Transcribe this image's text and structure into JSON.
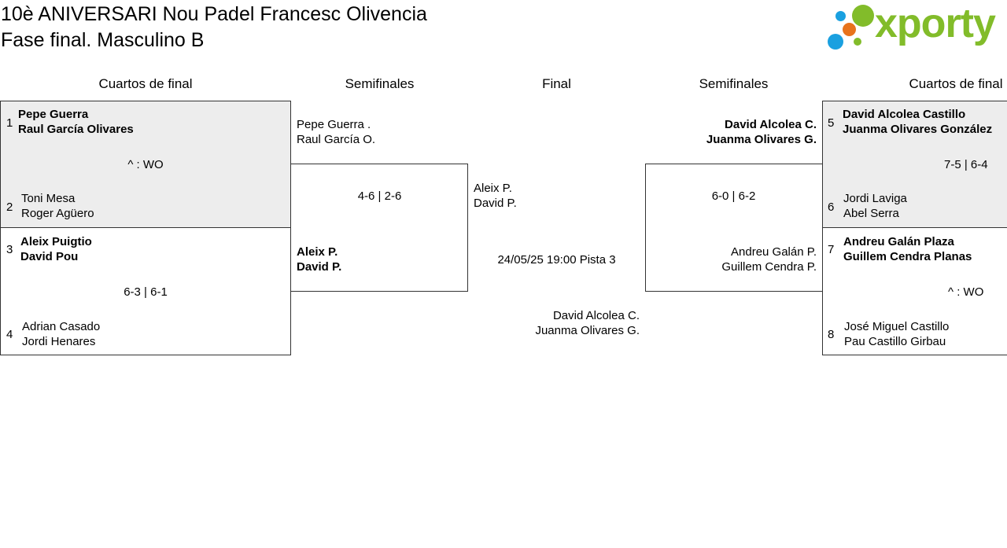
{
  "header": {
    "title_line1": "10è ANIVERSARI Nou Padel Francesc Olivencia",
    "title_line2": "Fase final. Masculino B",
    "logo_text": "xporty",
    "logo_colors": {
      "green": "#82bc2a",
      "blue": "#1aa0e0",
      "orange": "#e8731c"
    }
  },
  "columns": {
    "qf_left": "Cuartos de final",
    "sf_left": "Semifinales",
    "final": "Final",
    "sf_right": "Semifinales",
    "qf_right": "Cuartos de final"
  },
  "qf_left_1": {
    "seed_a": "1",
    "a1": "Pepe Guerra",
    "a2": "Raul García Olivares",
    "score": "^ : WO",
    "seed_b": "2",
    "b1": "Toni Mesa",
    "b2": "Roger Agüero"
  },
  "qf_left_2": {
    "seed_a": "3",
    "a1": "Aleix Puigtio",
    "a2": "David Pou",
    "score": "6-3 | 6-1",
    "seed_b": "4",
    "b1": "Adrian Casado",
    "b2": "Jordi Henares"
  },
  "sf_left": {
    "a1": "Pepe Guerra .",
    "a2": "Raul García O.",
    "score": "4-6 | 2-6",
    "b1": "Aleix P.",
    "b2": "David P."
  },
  "final": {
    "a1": "Aleix P.",
    "a2": "David P.",
    "info": "24/05/25 19:00 Pista 3",
    "b1": "David Alcolea C.",
    "b2": "Juanma Olivares G."
  },
  "sf_right": {
    "a1": "David Alcolea C.",
    "a2": "Juanma Olivares G.",
    "score": "6-0 | 6-2",
    "b1": "Andreu Galán P.",
    "b2": "Guillem Cendra P."
  },
  "qf_right_1": {
    "seed_a": "5",
    "a1": "David Alcolea Castillo",
    "a2": "Juanma Olivares González",
    "score": "7-5 | 6-4",
    "seed_b": "6",
    "b1": "Jordi Laviga",
    "b2": "Abel Serra"
  },
  "qf_right_2": {
    "seed_a": "7",
    "a1": "Andreu Galán Plaza",
    "a2": "Guillem Cendra Planas",
    "score": "^ : WO",
    "seed_b": "8",
    "b1": "José Miguel Castillo",
    "b2": "Pau Castillo Girbau"
  }
}
